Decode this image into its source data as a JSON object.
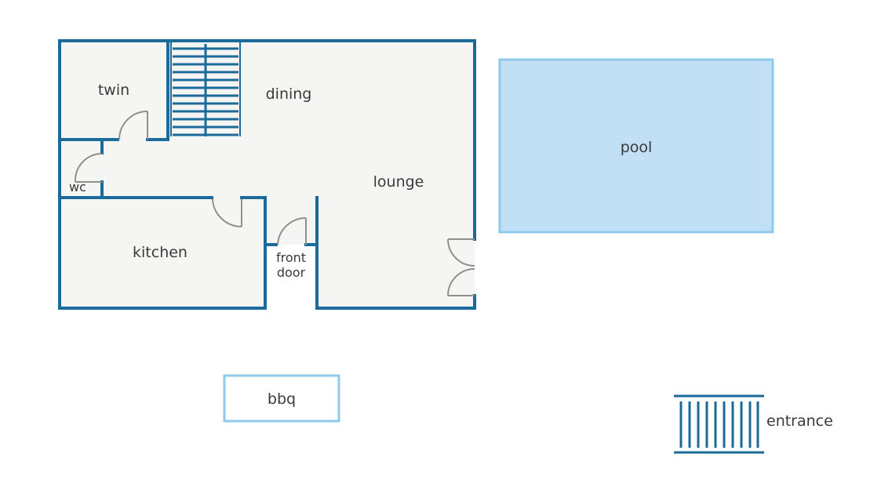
{
  "rooms": {
    "twin": "twin",
    "dining": "dining",
    "wc": "wc",
    "lounge": "lounge",
    "kitchen": "kitchen",
    "front_door_line1": "front",
    "front_door_line2": "door"
  },
  "outdoor": {
    "pool": "pool",
    "bbq": "bbq",
    "entrance": "entrance"
  },
  "colors": {
    "wall": "#1a6a9a",
    "floor": "#f5f5f4",
    "pool_fill": "#c2e0f5",
    "pool_border": "#8ecbea",
    "door": "#8f8f8f"
  }
}
